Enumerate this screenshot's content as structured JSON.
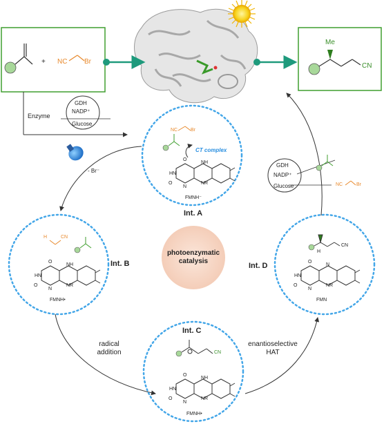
{
  "colors": {
    "accent_green": "#3f9e2e",
    "dot_blue": "#43a6e8",
    "orange": "#e8892c",
    "teal": "#1e9a7c",
    "center_fill": "#f8dccc"
  },
  "icons": [
    "protein-structure-icon",
    "sun-icon",
    "light-bulb-icon"
  ],
  "top": {
    "plus": "+",
    "reagent_nc": "NC",
    "reagent_br": "Br",
    "product_me": "Me",
    "product_cn": "CN"
  },
  "left_branch": {
    "enzyme_label": "Enzyme",
    "gdh": "GDH",
    "nadp": "NADP⁺",
    "glucose": "Glucose",
    "br_minus": "- Br⁻"
  },
  "right_branch": {
    "gdh": "GDH",
    "nadp": "NADP⁺",
    "glucose": "Glucose",
    "reagent_nc": "NC",
    "reagent_br": "Br"
  },
  "int_a": {
    "nc": "NC",
    "br": "Br",
    "ct_complex": "CT complex",
    "name": "Int. A",
    "cofactor": "FMNH⁻"
  },
  "int_b": {
    "h": "H",
    "cn": "CN",
    "name": "Int. B",
    "cofactor": "FMNH•"
  },
  "int_c": {
    "cn": "CN",
    "name": "Int. C",
    "cofactor": "FMNH•"
  },
  "int_d": {
    "h": "H",
    "cn": "CN",
    "name": "Int. D",
    "cofactor": "FMN"
  },
  "center": {
    "line1": "photoenzymatic",
    "line2": "catalysis"
  },
  "steps": {
    "radical_line1": "radical",
    "radical_line2": "addition",
    "hat_line1": "enantioselective",
    "hat_line2": "HAT"
  },
  "flavin_atoms": {
    "o": "O",
    "nh": "NH",
    "n": "N",
    "nr": "NR",
    "hn": "HN",
    "h": "H"
  }
}
